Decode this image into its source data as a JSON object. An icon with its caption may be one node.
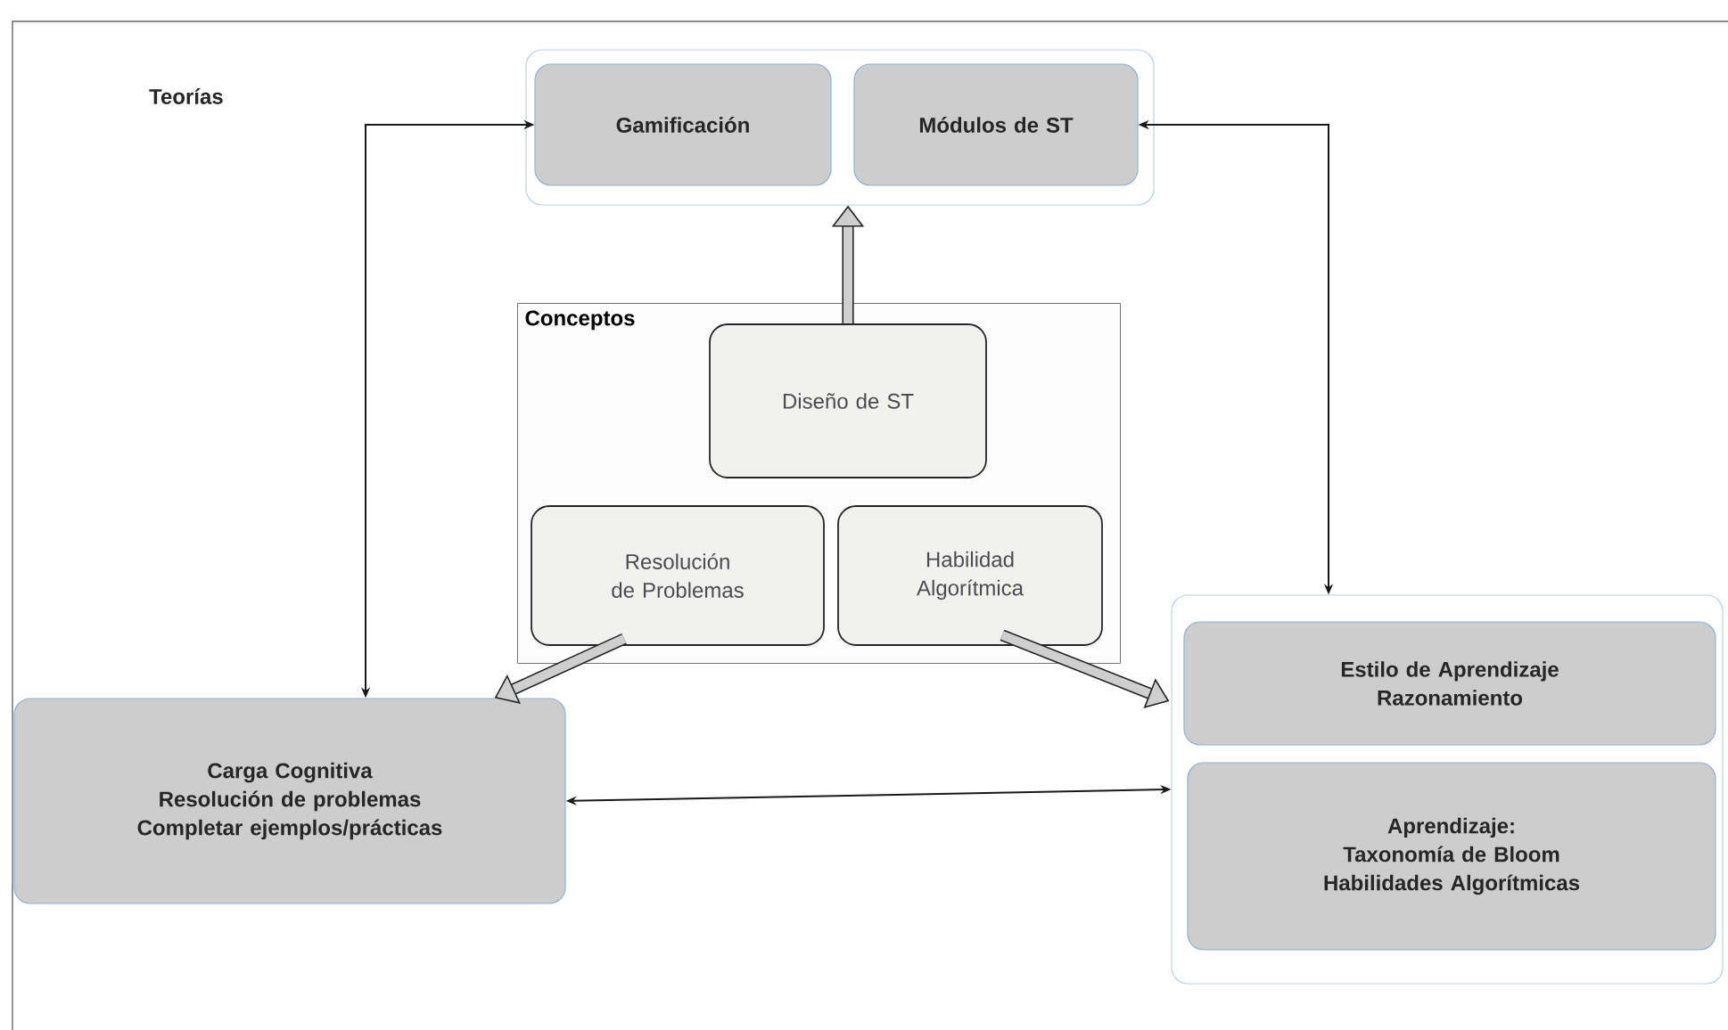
{
  "diagram": {
    "nodes": [
      {
        "text": [],
        "shape": "box"
      },
      {
        "text": [
          "Gamificación"
        ],
        "in": 0
      },
      {
        "text": [
          "Módulos de ST"
        ],
        "in": 0
      },
      {
        "text": [
          "Conceptos"
        ]
      },
      {
        "text": [
          "Diseño de  ST"
        ],
        "in": 3
      },
      {
        "text": [
          "Resolución de Problemas"
        ],
        "in": 3
      },
      {
        "text": [
          "Habilidad Algorítmica"
        ],
        "in": 3
      },
      {
        "text": [
          "Carga Cognitiva",
          "Resolución de problemas",
          "Completar ejemplos/prácticas"
        ]
      },
      {
        "text": [],
        "shape": "box"
      },
      {
        "text": [
          "Estilo de Aprendizaje",
          "Razonamiento"
        ],
        "in": 8
      },
      {
        "text": [
          "Aprendizaje:",
          "Taxonomía de Bloom",
          "Habilidades Algorítmicas"
        ],
        "in": 8
      }
    ],
    "edges": [
      {
        "from": 7,
        "to": 1,
        "arrow": "both"
      },
      {
        "from": 2,
        "to": 8,
        "arrow": "both"
      },
      {
        "from": 4,
        "to": 0,
        "arrow": "to",
        "style": "thick"
      },
      {
        "from": 5,
        "to": 7,
        "arrow": "to",
        "style": "thick"
      },
      {
        "from": 6,
        "to": 9,
        "arrow": "to",
        "style": "thick"
      },
      {
        "from": 7,
        "to": 8,
        "arrow": "both"
      }
    ],
    "labels": [
      "Teorías"
    ]
  }
}
